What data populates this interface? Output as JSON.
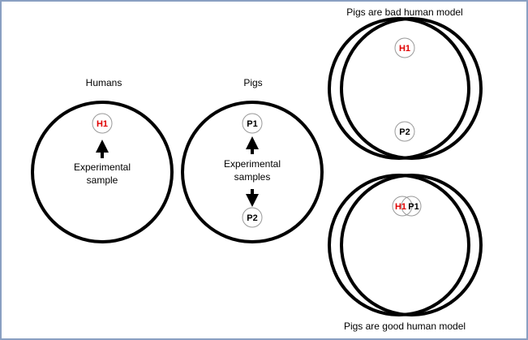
{
  "colors": {
    "human_node": "#e00000",
    "pig_node": "#000000",
    "outline": "#000000",
    "frame": "#8aa0c2"
  },
  "humans": {
    "title": "Humans",
    "node": "H1",
    "caption_line1": "Experimental",
    "caption_line2": "sample"
  },
  "pigs": {
    "title": "Pigs",
    "node_top": "P1",
    "node_bottom": "P2",
    "caption_line1": "Experimental",
    "caption_line2": "samples"
  },
  "bad_model": {
    "title": "Pigs are bad human model",
    "node_human": "H1",
    "node_pig": "P2"
  },
  "good_model": {
    "title": "Pigs are good human model",
    "node_human": "H1",
    "node_pig": "P1"
  }
}
